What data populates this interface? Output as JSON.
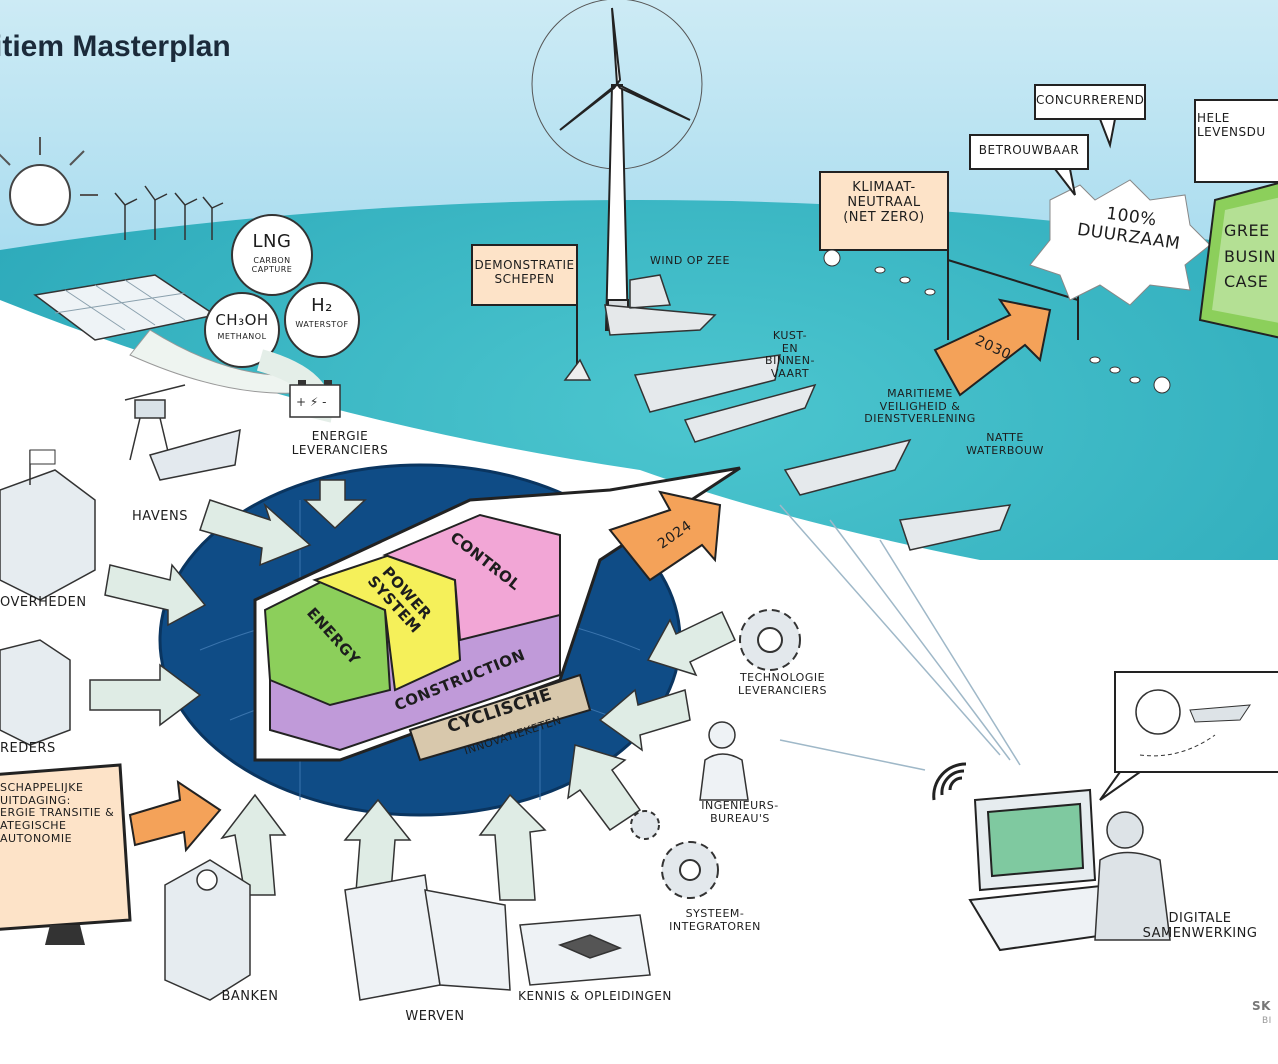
{
  "header": {
    "title": "itiem Masterplan"
  },
  "center": {
    "blocks": {
      "energy": "ENERGY",
      "power": "POWER\nSYSTEM",
      "control": "CONTROL",
      "construction": "CONSTRUCTION"
    },
    "cycle_main": "CYCLISCHE",
    "cycle_sub": "INNOVATIEKETEN"
  },
  "milestones": {
    "y2024": "2024",
    "y2030": "2030"
  },
  "stakeholders": {
    "havens": "HAVENS",
    "energie": "ENERGIE\nLEVERANCIERS",
    "overheden": "OVERHEDEN",
    "reders": "REDERS",
    "banken": "BANKEN",
    "werven": "WERVEN",
    "kennis": "KENNIS & OPLEIDINGEN",
    "systeem": "SYSTEEM-\nINTEGRATOREN",
    "ingenieurs": "INGENIEURS-\nBUREAU'S",
    "technologie": "TECHNOLOGIE\nLEVERANCIERS",
    "digitaal": "DIGITALE\nSAMENWERKING"
  },
  "sea": {
    "wind": "WIND OP ZEE",
    "kust": "KUST-\nEN\nBINNEN-\nVAART",
    "maritieme": "MARITIEME\nVEILIGHEID &\nDIENSTVERLENING",
    "natte": "NATTE\nWATERBOUW",
    "demonstratie": "DEMONSTRATIE\nSCHEPEN",
    "klimaat": "KLIMAAT-\nNEUTRAAL\n(NET ZERO)"
  },
  "fuels": {
    "lng": "LNG",
    "lng_sub": "CARBON\nCAPTURE",
    "ch3oh": "CH₃OH",
    "ch3oh_sub": "METHANOL",
    "h2": "H₂",
    "h2_sub": "WATERSTOF"
  },
  "goals": {
    "concurrerend": "CONCURREREND",
    "betrouwbaar": "BETROUWBAAR",
    "hele": "HELE\nLEVENSDU",
    "duurzaam": "100%\nDUURZAAM",
    "green": "GREE\nBUSIN\nCASE"
  },
  "challenge": "SCHAPPELIJKE\nUITDAGING:\nERGIE TRANSITIE &\nATEGISCHE AUTONOMIE",
  "credit": {
    "line1": "SK",
    "line2": "BI"
  },
  "colors": {
    "sea": "#3fb8c4",
    "sky": "#bde4f2",
    "hub": "#0f4c86",
    "arrow": "#dfece5",
    "orange": "#f4a259",
    "green": "#8ccf5b",
    "yellow": "#f5f05a",
    "pink": "#f2a6d6",
    "purple": "#c09ad9",
    "tan": "#d8c8ac",
    "card": "#fde3c8"
  },
  "icons": [
    "sun-icon",
    "wind-turbine-icon",
    "solar-panel-icon",
    "battery-icon",
    "crane-icon",
    "buoy-icon",
    "gear-icon",
    "laptop-icon",
    "wifi-signal-icon",
    "building-icon",
    "monitor-icon",
    "graduation-cap-icon",
    "flag-icon"
  ]
}
